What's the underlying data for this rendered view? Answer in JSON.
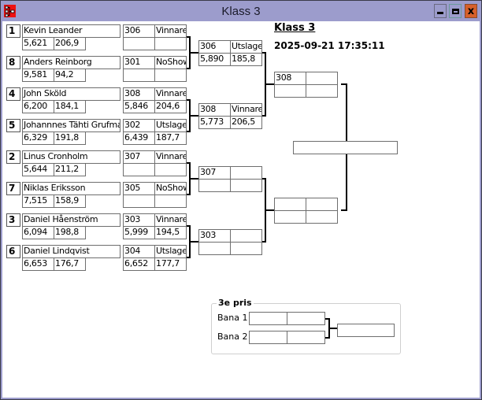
{
  "window": {
    "title": "Klass 3",
    "icons": {
      "app": "bracket-app-icon",
      "minimize": "minimize-icon",
      "maximize": "maximize-icon",
      "close": "close-icon"
    },
    "colors": {
      "titlebar": "#9c9ccc",
      "close_button": "#d6602a",
      "app_icon": "#ee1111"
    }
  },
  "header": {
    "title": "Klass 3",
    "datetime": "2025-09-21 17:35:11"
  },
  "round1": [
    {
      "seed": "1",
      "name": "Kevin  Leander",
      "stat1": "5,621",
      "stat2": "206,9",
      "lane": "306",
      "result": "Vinnare",
      "lane_stat1": "",
      "lane_stat2": ""
    },
    {
      "seed": "8",
      "name": "Anders Reinborg",
      "stat1": "9,581",
      "stat2": "94,2",
      "lane": "301",
      "result": "NoShow",
      "lane_stat1": "",
      "lane_stat2": ""
    },
    {
      "seed": "4",
      "name": "John Sköld",
      "stat1": "6,200",
      "stat2": "184,1",
      "lane": "308",
      "result": "Vinnare",
      "lane_stat1": "5,846",
      "lane_stat2": "204,6"
    },
    {
      "seed": "5",
      "name": "Johannnes Tähti Grufman",
      "stat1": "6,329",
      "stat2": "191,8",
      "lane": "302",
      "result": "Utslagen",
      "lane_stat1": "6,439",
      "lane_stat2": "187,7"
    },
    {
      "seed": "2",
      "name": "Linus Cronholm",
      "stat1": "5,644",
      "stat2": "211,2",
      "lane": "307",
      "result": "Vinnare",
      "lane_stat1": "",
      "lane_stat2": ""
    },
    {
      "seed": "7",
      "name": "Niklas  Eriksson",
      "stat1": "7,515",
      "stat2": "158,9",
      "lane": "305",
      "result": "NoShow",
      "lane_stat1": "",
      "lane_stat2": ""
    },
    {
      "seed": "3",
      "name": "Daniel Håenström",
      "stat1": "6,094",
      "stat2": "198,8",
      "lane": "303",
      "result": "Vinnare",
      "lane_stat1": "5,999",
      "lane_stat2": "194,5"
    },
    {
      "seed": "6",
      "name": "Daniel Lindqvist",
      "stat1": "6,653",
      "stat2": "176,7",
      "lane": "304",
      "result": "Utslagen",
      "lane_stat1": "6,652",
      "lane_stat2": "177,7"
    }
  ],
  "round2": [
    {
      "lane": "306",
      "result": "Utslagen",
      "stat1": "5,890",
      "stat2": "185,8"
    },
    {
      "lane": "308",
      "result": "Vinnare",
      "stat1": "5,773",
      "stat2": "206,5"
    },
    {
      "lane": "307",
      "result": "",
      "stat1": "",
      "stat2": ""
    },
    {
      "lane": "303",
      "result": "",
      "stat1": "",
      "stat2": ""
    }
  ],
  "round3": [
    {
      "lane": "308",
      "result": "",
      "stat1": "",
      "stat2": ""
    },
    {
      "lane": "",
      "result": "",
      "stat1": "",
      "stat2": ""
    }
  ],
  "final": {
    "winner": ""
  },
  "third_place": {
    "label": "3e pris",
    "rows": [
      {
        "label": "Bana 1",
        "c1": "",
        "c2": ""
      },
      {
        "label": "Bana 2",
        "c1": "",
        "c2": ""
      }
    ],
    "winner": ""
  }
}
